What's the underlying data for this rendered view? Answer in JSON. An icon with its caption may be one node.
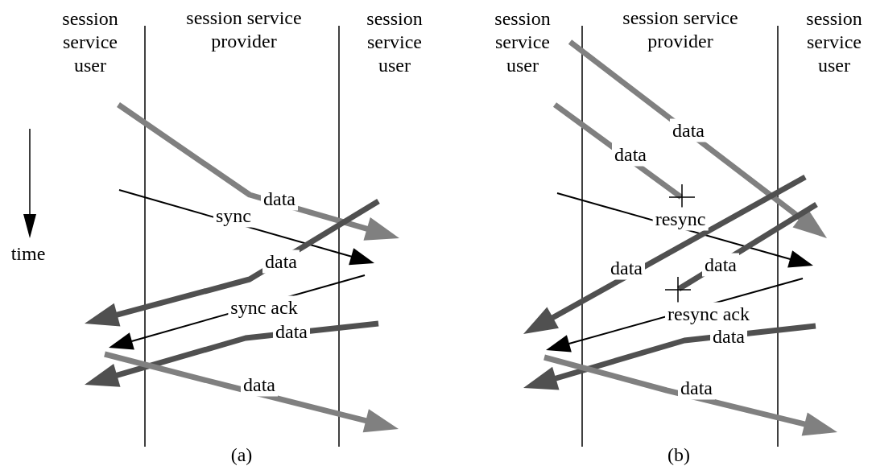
{
  "diagram": {
    "labels": [
      "session service user",
      "session service provider",
      "session service user",
      "time",
      "data",
      "sync",
      "data",
      "sync ack",
      "data",
      "data",
      "(a)",
      "session service user",
      "session service provider",
      "session service user",
      "data",
      "data",
      "resync",
      "data",
      "data",
      "resync ack",
      "data",
      "data",
      "(b)"
    ]
  }
}
